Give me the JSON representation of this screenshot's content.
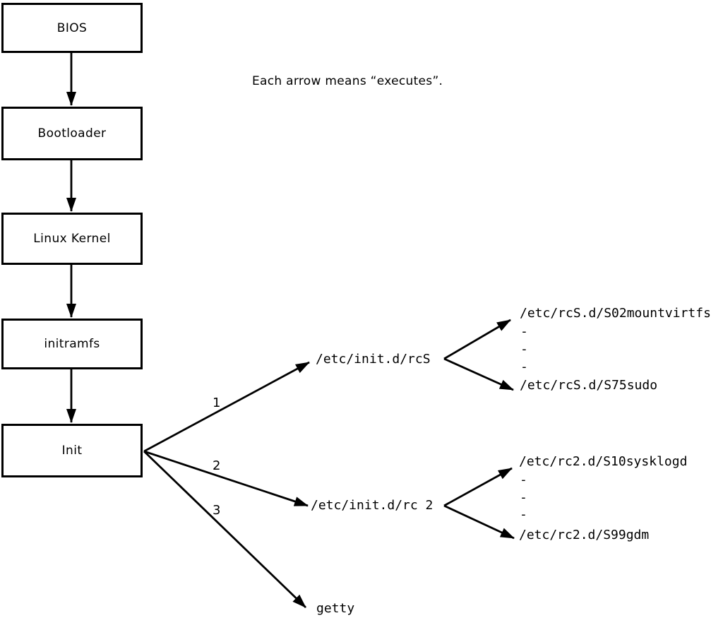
{
  "note": "Each arrow means “executes”.",
  "boxes": [
    "BIOS",
    "Bootloader",
    "Linux Kernel",
    "initramfs",
    "Init"
  ],
  "fan_labels": [
    "1",
    "2",
    "3"
  ],
  "rcS": {
    "label": "/etc/init.d/rcS",
    "children": [
      "/etc/rcS.d/S02mountvirtfs",
      "-",
      "-",
      "-",
      "/etc/rcS.d/S75sudo"
    ]
  },
  "rc2": {
    "label": "/etc/init.d/rc 2",
    "children": [
      "/etc/rc2.d/S10sysklogd",
      "-",
      "-",
      "-",
      "/etc/rc2.d/S99gdm"
    ]
  },
  "getty_label": "getty",
  "colors": {
    "line": "#000000",
    "background": "#ffffff"
  }
}
